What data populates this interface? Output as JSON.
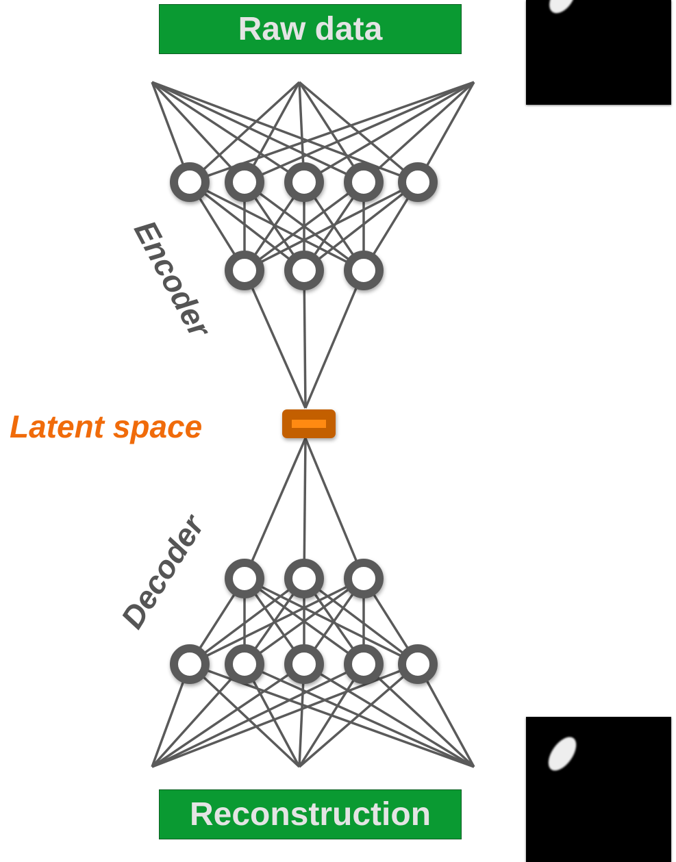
{
  "labels": {
    "raw_data": "Raw data",
    "reconstruction": "Reconstruction",
    "latent_space": "Latent space",
    "encoder": "Encoder",
    "decoder": "Decoder"
  },
  "colors": {
    "box_green": "#0a9a32",
    "node_gray": "#5a5a5a",
    "latent_orange": "#f06b0a",
    "latent_fill": "#c35f06",
    "text_gray": "#555555"
  },
  "network": {
    "encoder_layers": [
      3,
      5,
      3
    ],
    "latent_size": 1,
    "decoder_layers": [
      3,
      5,
      3
    ]
  }
}
